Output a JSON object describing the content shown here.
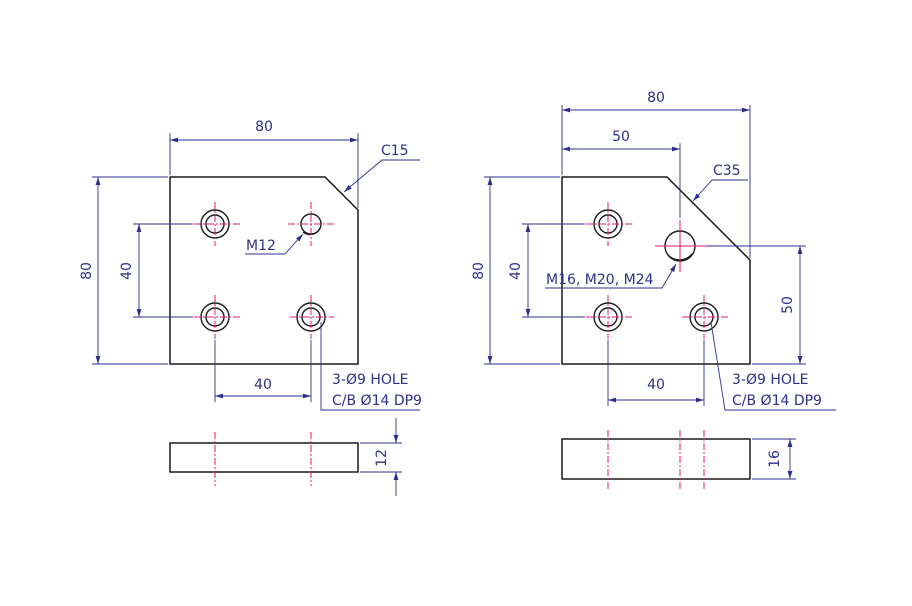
{
  "left_plate": {
    "width_dim": "80",
    "height_dim": "80",
    "hole_spacing_v": "40",
    "hole_spacing_h": "40",
    "chamfer": "C15",
    "tap_label": "M12",
    "hole_note_line1": "3-Ø9 HOLE",
    "hole_note_line2": "C/B Ø14 DP9",
    "thickness_dim": "12"
  },
  "right_plate": {
    "width_dim": "80",
    "offset_dim": "50",
    "height_dim": "80",
    "hole_spacing_v": "40",
    "hole_spacing_h": "40",
    "right_offset_dim": "50",
    "chamfer": "C35",
    "tap_label": "M16, M20, M24",
    "hole_note_line1": "3-Ø9 HOLE",
    "hole_note_line2": "C/B Ø14 DP9",
    "thickness_dim": "16"
  },
  "colors": {
    "outline": "#1a1a1a",
    "dimension": "#2e2f8c",
    "centerline": "#e8157a"
  }
}
